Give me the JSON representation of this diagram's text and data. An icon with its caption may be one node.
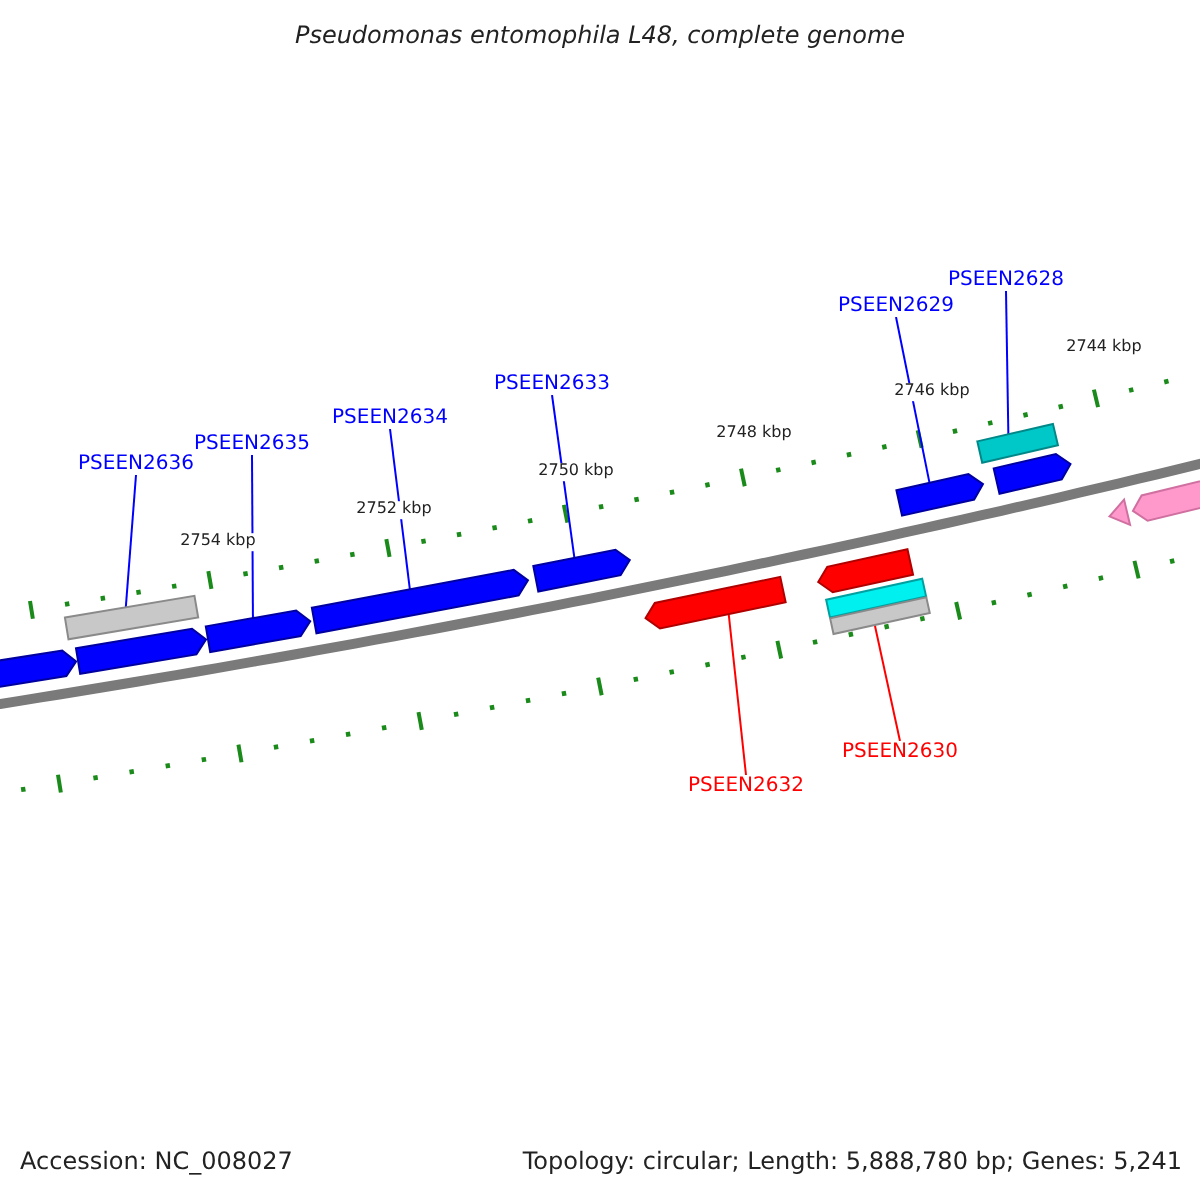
{
  "diagram": {
    "title": "Pseudomonas entomophila L48, complete genome",
    "nodes": [
      {
        "text": [
          "PSEEN2636"
        ]
      },
      {
        "text": [
          "PSEEN2635"
        ]
      },
      {
        "text": [
          "PSEEN2634"
        ]
      },
      {
        "text": [
          "PSEEN2633"
        ]
      },
      {
        "text": [
          "PSEEN2629"
        ]
      },
      {
        "text": [
          "PSEEN2628"
        ]
      },
      {
        "text": [
          "PSEEN2632"
        ]
      },
      {
        "text": [
          "PSEEN2630"
        ]
      },
      {
        "text": [],
        "shape": "arrow"
      },
      {
        "text": [],
        "shape": "arrow"
      },
      {
        "text": [],
        "shape": "bar"
      },
      {
        "text": [],
        "shape": "arrow"
      },
      {
        "text": [],
        "shape": "arrow"
      },
      {
        "text": [],
        "shape": "arrow"
      },
      {
        "text": [],
        "shape": "arrow"
      },
      {
        "text": [],
        "shape": "arrow"
      },
      {
        "text": [],
        "shape": "bar"
      },
      {
        "text": [],
        "shape": "bar"
      },
      {
        "text": [],
        "shape": "arrow"
      },
      {
        "text": [],
        "shape": "bar"
      },
      {
        "text": [],
        "shape": "arrow"
      },
      {
        "text": [],
        "shape": "triangle"
      },
      {
        "text": [],
        "shape": "arrow"
      }
    ],
    "edges": [
      {
        "from": 0,
        "to": 10,
        "arrow": "none"
      },
      {
        "from": 1,
        "to": 11,
        "arrow": "none"
      },
      {
        "from": 2,
        "to": 12,
        "arrow": "none"
      },
      {
        "from": 3,
        "to": 13,
        "arrow": "none"
      },
      {
        "from": 4,
        "to": 18,
        "arrow": "none"
      },
      {
        "from": 5,
        "to": 19,
        "arrow": "none"
      },
      {
        "from": 6,
        "to": 14,
        "arrow": "none",
        "color": "#ff0000"
      },
      {
        "from": 7,
        "to": 17,
        "arrow": "none",
        "color": "#ff0000"
      }
    ],
    "labels": [
      "2744 kbp",
      "2746 kbp",
      "2748 kbp",
      "2750 kbp",
      "2752 kbp",
      "2754 kbp",
      "Accession: NC_008027",
      "Topology: circular; Length: 5,888,780 bp; Genes: 5,241"
    ]
  }
}
